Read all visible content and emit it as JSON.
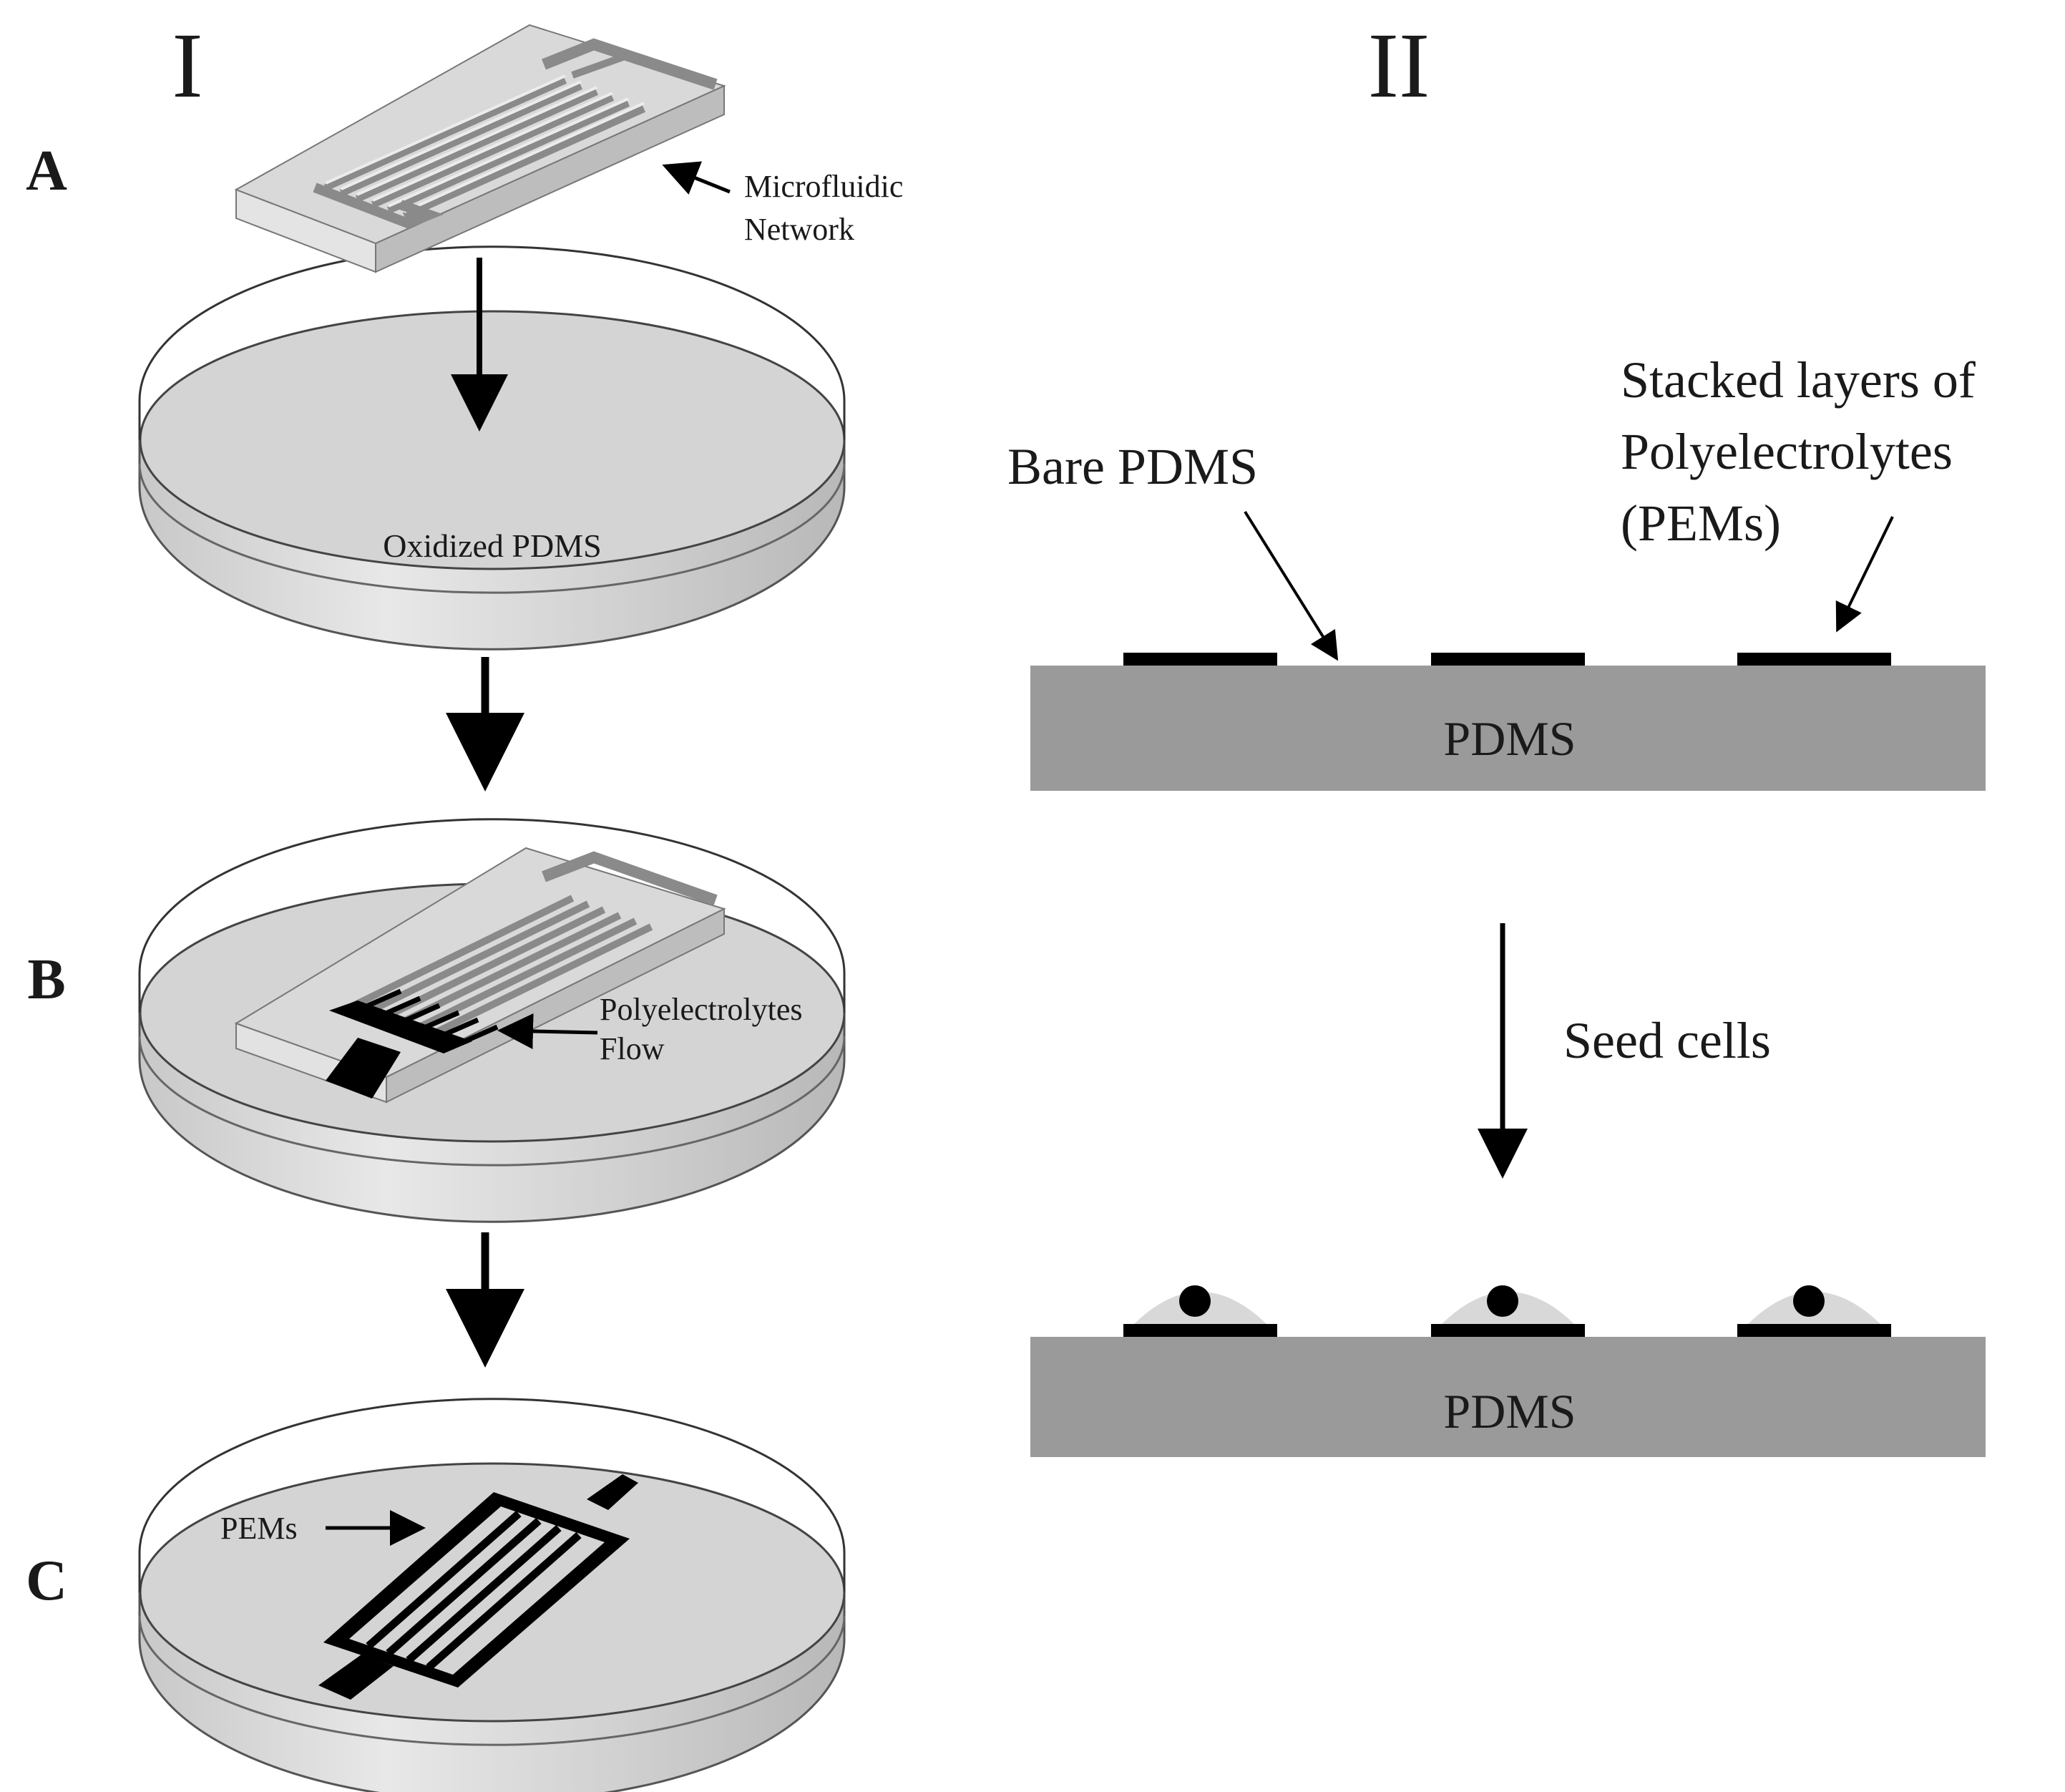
{
  "panels": {
    "left_title": "I",
    "right_title": "II"
  },
  "steps": {
    "a": "A",
    "b": "B",
    "c": "C"
  },
  "labels": {
    "microfluidic_line1": "Microfluidic",
    "microfluidic_line2": "Network",
    "oxidized_pdms": "Oxidized PDMS",
    "polyelectrolytes_line1": "Polyelectrolytes",
    "polyelectrolytes_line2": "Flow",
    "pems": "PEMs",
    "bare_pdms": "Bare PDMS",
    "stacked_line1": "Stacked layers of",
    "stacked_line2": "Polyelectrolytes",
    "stacked_line3": "(PEMs)",
    "pdms_top": "PDMS",
    "pdms_bottom": "PDMS",
    "seed_cells": "Seed cells"
  },
  "colors": {
    "substrate": "#9a9a9a",
    "dish_top": "#d4d4d4",
    "dish_side": "#c4c4c4",
    "cell": "#d8d8d8",
    "pattern": "#000000"
  }
}
